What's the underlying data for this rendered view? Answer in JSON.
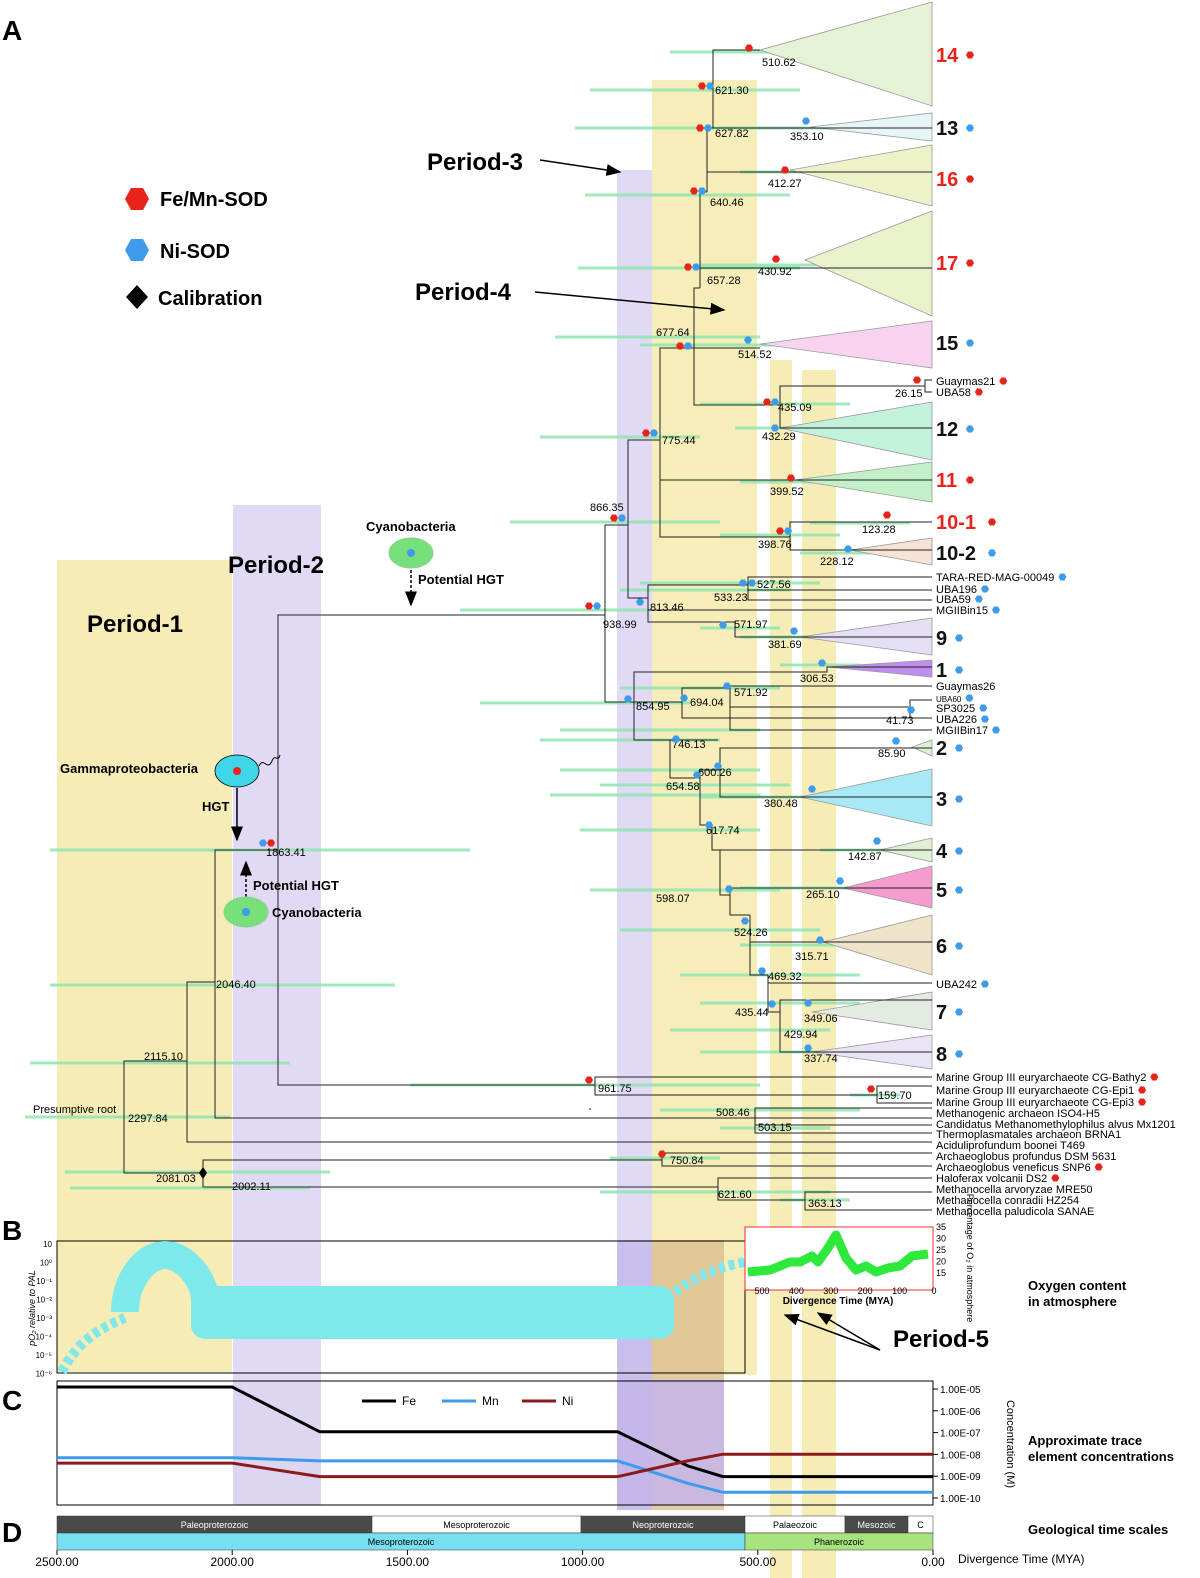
{
  "panels": {
    "a": "A",
    "b": "B",
    "c": "C",
    "d": "D"
  },
  "legend": [
    {
      "label": "Fe/Mn-SOD",
      "shape": "hexagon",
      "color": "#e8231b"
    },
    {
      "label": "Ni-SOD",
      "shape": "hexagon",
      "color": "#3d9be9"
    },
    {
      "label": "Calibration",
      "shape": "diamond",
      "color": "#000000"
    }
  ],
  "periods": [
    "Period-1",
    "Period-2",
    "Period-3",
    "Period-4",
    "Period-5"
  ],
  "annotations": {
    "presumptive_root": "Presumptive root",
    "gamma": "Gammaproteobacteria",
    "hgt": "HGT",
    "potential_hgt": "Potential HGT",
    "cyanobacteria": "Cyanobacteria"
  },
  "colors": {
    "fe": "#e8231b",
    "ni": "#3d9be9",
    "hpd": "#8fe6b0",
    "period_yellow": "#f5e9a8",
    "period_purple": "#ddd4f2",
    "period_brown": "#d9b98a",
    "cyan": "#7fe8ea"
  },
  "node_ages": [
    "510.62",
    "621.30",
    "627.82",
    "353.10",
    "412.27",
    "640.46",
    "430.92",
    "657.28",
    "677.64",
    "514.52",
    "26.15",
    "435.09",
    "432.29",
    "775.44",
    "399.52",
    "866.35",
    "123.28",
    "398.76",
    "228.12",
    "527.56",
    "533.23",
    "938.99",
    "813.46",
    "571.97",
    "381.69",
    "306.53",
    "571.92",
    "854.95",
    "694.04",
    "41.73",
    "746.13",
    "85.90",
    "600.26",
    "654.58",
    "380.48",
    "617.74",
    "142.87",
    "598.07",
    "265.10",
    "524.26",
    "315.71",
    "469.32",
    "435.44",
    "349.06",
    "429.94",
    "337.74",
    "1863.41",
    "2046.40",
    "2115.10",
    "2297.84",
    "961.75",
    "159.70",
    "508.46",
    "503.15",
    "750.84",
    "2081.03",
    "2002.11",
    "621.60",
    "363.13"
  ],
  "clade_labels": [
    {
      "label": "14",
      "sod": "fe"
    },
    {
      "label": "13",
      "sod": "ni"
    },
    {
      "label": "16",
      "sod": "fe"
    },
    {
      "label": "17",
      "sod": "fe"
    },
    {
      "label": "15",
      "sod": "ni"
    },
    {
      "label": "12",
      "sod": "ni"
    },
    {
      "label": "11",
      "sod": "fe"
    },
    {
      "label": "10-1",
      "sod": "fe"
    },
    {
      "label": "10-2",
      "sod": "ni"
    },
    {
      "label": "9",
      "sod": "ni"
    },
    {
      "label": "1",
      "sod": "ni"
    },
    {
      "label": "2",
      "sod": "ni"
    },
    {
      "label": "3",
      "sod": "ni"
    },
    {
      "label": "4",
      "sod": "ni"
    },
    {
      "label": "5",
      "sod": "ni"
    },
    {
      "label": "6",
      "sod": "ni"
    },
    {
      "label": "7",
      "sod": "ni"
    },
    {
      "label": "8",
      "sod": "ni"
    }
  ],
  "taxa": [
    {
      "label": "Guaymas21",
      "sod": "fe"
    },
    {
      "label": "UBA58",
      "sod": "fe"
    },
    {
      "label": "TARA-RED-MAG-00049",
      "sod": "ni"
    },
    {
      "label": "UBA196",
      "sod": "ni"
    },
    {
      "label": "UBA59",
      "sod": "ni"
    },
    {
      "label": "MGIIBin15",
      "sod": "ni"
    },
    {
      "label": "Guaymas26",
      "sod": ""
    },
    {
      "label": "UBA60",
      "sod": "ni"
    },
    {
      "label": "SP3025",
      "sod": "ni"
    },
    {
      "label": "UBA226",
      "sod": "ni"
    },
    {
      "label": "MGIIBin17",
      "sod": "ni"
    },
    {
      "label": "UBA242",
      "sod": "ni"
    },
    {
      "label": "Marine Group III euryarchaeote CG-Bathy2",
      "sod": "fe"
    },
    {
      "label": "Marine Group III euryarchaeote CG-Epi1",
      "sod": "fe"
    },
    {
      "label": "Marine Group III euryarchaeote CG-Epi3",
      "sod": "fe"
    },
    {
      "label": "Methanogenic archaeon ISO4-H5",
      "sod": ""
    },
    {
      "label": "Candidatus Methanomethylophilus alvus Mx1201",
      "sod": ""
    },
    {
      "label": "Thermoplasmatales archaeon BRNA1",
      "sod": ""
    },
    {
      "label": "Aciduliprofundum boonei T469",
      "sod": ""
    },
    {
      "label": "Archaeoglobus profundus DSM 5631",
      "sod": ""
    },
    {
      "label": "Archaeoglobus veneficus SNP6",
      "sod": "fe"
    },
    {
      "label": "Haloferax volcanii DS2",
      "sod": "fe"
    },
    {
      "label": "Methanocella arvoryzae MRE50",
      "sod": ""
    },
    {
      "label": "Methanocella conradii HZ254",
      "sod": ""
    },
    {
      "label": "Methanocella paludicola SANAE",
      "sod": ""
    }
  ],
  "panel_b": {
    "ylabel": "pO₂ relative to PAL",
    "yticks": [
      "10",
      "10⁰",
      "10⁻¹",
      "10⁻²",
      "10⁻³",
      "10⁻⁴",
      "10⁻⁵",
      "10⁻⁶"
    ],
    "inset": {
      "xlabel": "Divergence Time (MYA)",
      "ylabel": "Percentage of O₂ in atmosphere",
      "xticks": [
        "500",
        "400",
        "300",
        "200",
        "100",
        "0"
      ],
      "yticks": [
        "35",
        "30",
        "25",
        "20",
        "15"
      ]
    },
    "caption": [
      "Oxygen content",
      "in atmosphere"
    ]
  },
  "chart_data": {
    "type": "line",
    "title": "",
    "xlabel": "Divergence Time (MYA)",
    "ylabel": "Concentration (M)",
    "yscale": "log",
    "ylim": [
      1e-10,
      1e-05
    ],
    "x": [
      2500,
      2000,
      1750,
      900,
      700,
      600,
      0
    ],
    "series": [
      {
        "name": "Fe",
        "color": "#000000",
        "values": [
          1e-05,
          1e-05,
          1e-07,
          1e-07,
          3e-09,
          1e-09,
          1e-09
        ]
      },
      {
        "name": "Mn",
        "color": "#3d9be9",
        "values": [
          7e-09,
          7e-09,
          5e-09,
          5e-09,
          5e-10,
          2e-10,
          2e-10
        ]
      },
      {
        "name": "Ni",
        "color": "#8b1a1a",
        "values": [
          4e-09,
          4e-09,
          1e-09,
          1e-09,
          5e-09,
          1e-08,
          1e-08
        ]
      }
    ],
    "yticks": [
      "1.00E-05",
      "1.00E-06",
      "1.00E-07",
      "1.00E-08",
      "1.00E-09",
      "1.00E-10"
    ],
    "caption": [
      "Approximate trace",
      "element concentrations"
    ]
  },
  "panel_d": {
    "eras": [
      "Paleoproterozoic",
      "Mesoproterozoic",
      "Neoproterozoic",
      "Palaeozoic",
      "Mesozoic",
      "C"
    ],
    "eons": [
      "Mesoproterozoic",
      "Phanerozoic"
    ],
    "caption": "Geological time scales",
    "xticks": [
      "2500.00",
      "2000.00",
      "1500.00",
      "1000.00",
      "500.00",
      "0.00"
    ],
    "xlabel": "Divergence Time (MYA)"
  }
}
